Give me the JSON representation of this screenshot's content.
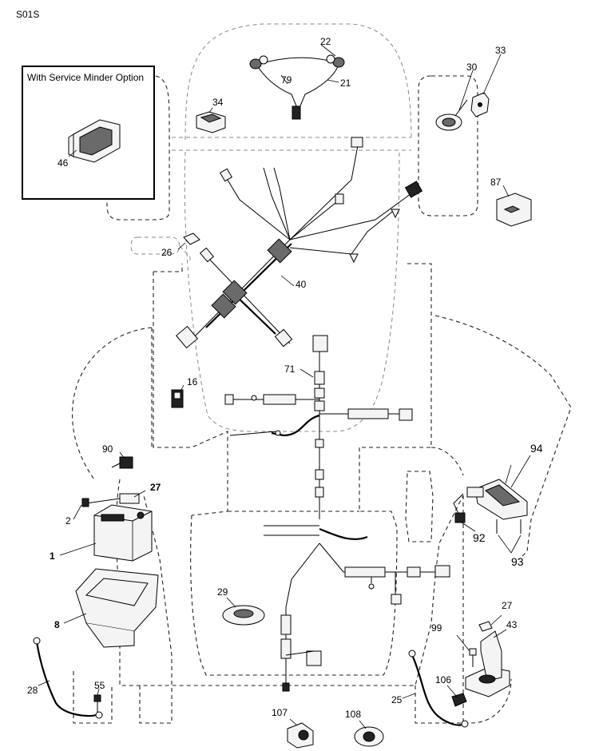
{
  "diagram": {
    "page_code": "S01S",
    "inset_title": "With Service Minder Option",
    "callouts": {
      "c1": "1",
      "c2": "2",
      "c8": "8",
      "c16": "16",
      "c21": "21",
      "c22": "22",
      "c25": "25",
      "c26": "26",
      "c27_top": "27",
      "c27_right": "27",
      "c28": "28",
      "c29": "29",
      "c30": "30",
      "c33": "33",
      "c34": "34",
      "c40": "40",
      "c43": "43",
      "c46": "46",
      "c55": "55",
      "c71": "71",
      "c79": "79",
      "c87": "87",
      "c90": "90",
      "c92": "92",
      "c93": "93",
      "c94": "94",
      "c99": "99",
      "c106": "106",
      "c107": "107",
      "c108": "108"
    }
  }
}
